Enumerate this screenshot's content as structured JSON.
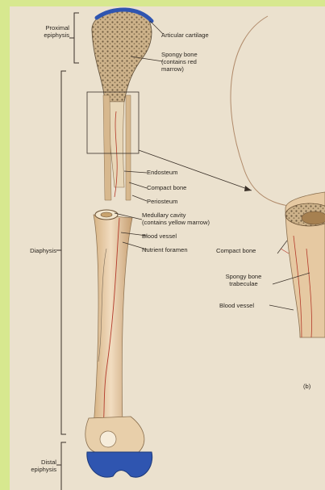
{
  "colors": {
    "background_tint": "#d7e88f",
    "paper": "#efe6d6",
    "bone": "#e6c9a2",
    "bone_shadow": "#c79f72",
    "cartilage": "#2f55b0",
    "spongy": "#b9a07a",
    "vessel": "#b43a2a",
    "line": "#3a3028"
  },
  "labels": {
    "proximal_epiphysis": "Proximal\nepiphysis",
    "diaphysis": "Diaphysis",
    "distal_epiphysis": "Distal\nepiphysis",
    "articular_cartilage": "Articular cartilage",
    "spongy_bone": "Spongy bone\n(contains red\nmarrow)",
    "endosteum": "Endosteum",
    "compact_bone": "Compact bone",
    "periosteum": "Periosteum",
    "medullary_cavity": "Medullary cavity\n(contains yellow marrow)",
    "blood_vessel": "Blood vessel",
    "nutrient_foramen": "Nutrient foramen",
    "inset_compact_bone": "Compact bone",
    "inset_spongy_bone": "Spongy bone\ntrabeculae",
    "inset_blood_vessel": "Blood vessel",
    "panel_b": "(b)"
  }
}
